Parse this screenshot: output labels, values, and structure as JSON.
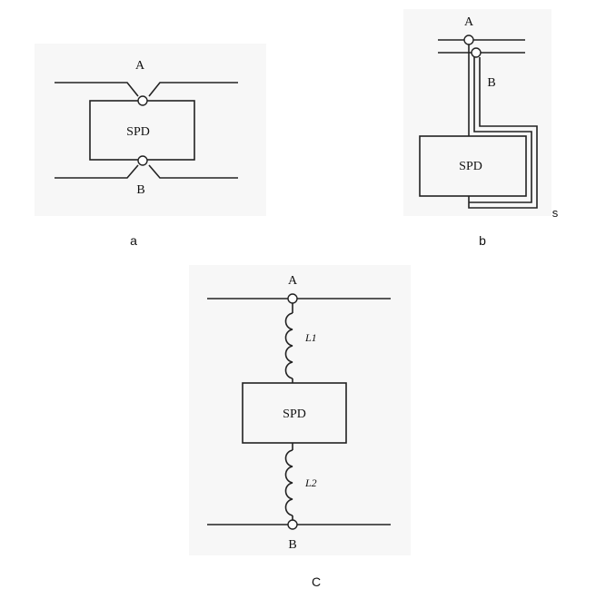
{
  "diagram_a": {
    "top_terminal": "A",
    "bottom_terminal": "B",
    "device": "SPD",
    "caption": "a"
  },
  "diagram_b": {
    "top_terminal": "A",
    "second_terminal": "B",
    "device": "SPD",
    "side_mark": "s",
    "caption": "b"
  },
  "diagram_c": {
    "top_terminal": "A",
    "bottom_terminal": "B",
    "device": "SPD",
    "inductor_1": "L1",
    "inductor_2": "L2",
    "caption": "C"
  }
}
